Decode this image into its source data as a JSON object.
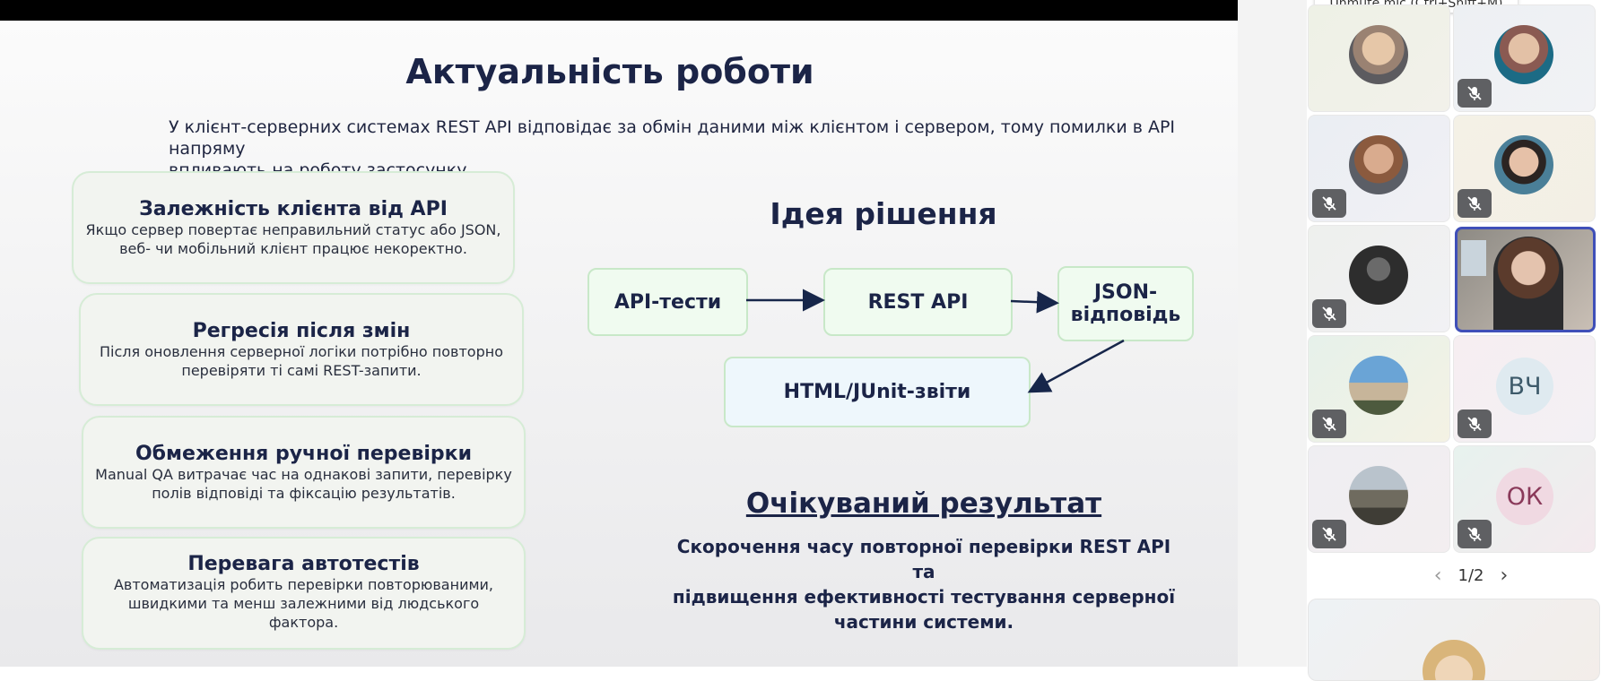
{
  "slide": {
    "title": "Актуальність роботи",
    "intro_line1": "У клієнт-серверних системах REST API відповідає за обмін даними між клієнтом і сервером, тому помилки в API напряму",
    "intro_line2": "впливають на роботу застосунку.",
    "cards": [
      {
        "title": "Залежність клієнта від API",
        "line1": "Якщо сервер повертає неправильний статус або JSON,",
        "line2": "веб- чи мобільний клієнт працює некоректно.",
        "line3": ""
      },
      {
        "title": "Регресія після змін",
        "line1": "Після оновлення серверної логіки потрібно повторно",
        "line2": "перевіряти ті самі REST-запити.",
        "line3": ""
      },
      {
        "title": "Обмеження ручної перевірки",
        "line1": "Manual QA витрачає час на однакові запити, перевірку",
        "line2": "полів відповіді та фіксацію результатів.",
        "line3": ""
      },
      {
        "title": "Перевага автотестів",
        "line1": "Автоматизація робить перевірки повторюваними,",
        "line2": "швидкими та менш залежними від людського",
        "line3": "фактора."
      }
    ],
    "idea_title": "Ідея рішення",
    "diagram": {
      "api_tests": "API-тести",
      "rest_api": "REST API",
      "json_line1": "JSON-",
      "json_line2": "відповідь",
      "reports": "HTML/JUnit-звіти"
    },
    "result_title": "Очікуваний результат",
    "result_line1": "Скорочення часу повторної перевірки REST API та",
    "result_line2": "підвищення ефективності тестування серверної",
    "result_line3": "частини системи."
  },
  "sidebar": {
    "tooltip": "Unmute mic (Ctrl+Shift+M)",
    "tiles": [
      {
        "initials": "",
        "muted": false
      },
      {
        "initials": "",
        "muted": true
      },
      {
        "initials": "",
        "muted": true
      },
      {
        "initials": "",
        "muted": true
      },
      {
        "initials": "",
        "muted": true
      },
      {
        "initials": "",
        "muted": false
      },
      {
        "initials": "",
        "muted": true
      },
      {
        "initials": "ВЧ",
        "muted": true
      },
      {
        "initials": "",
        "muted": true
      },
      {
        "initials": "ОК",
        "muted": true
      }
    ],
    "pager": {
      "current": "1/2"
    },
    "colors": {
      "mute_badge": "#5f6063",
      "active_border": "#3f4fb8"
    }
  }
}
